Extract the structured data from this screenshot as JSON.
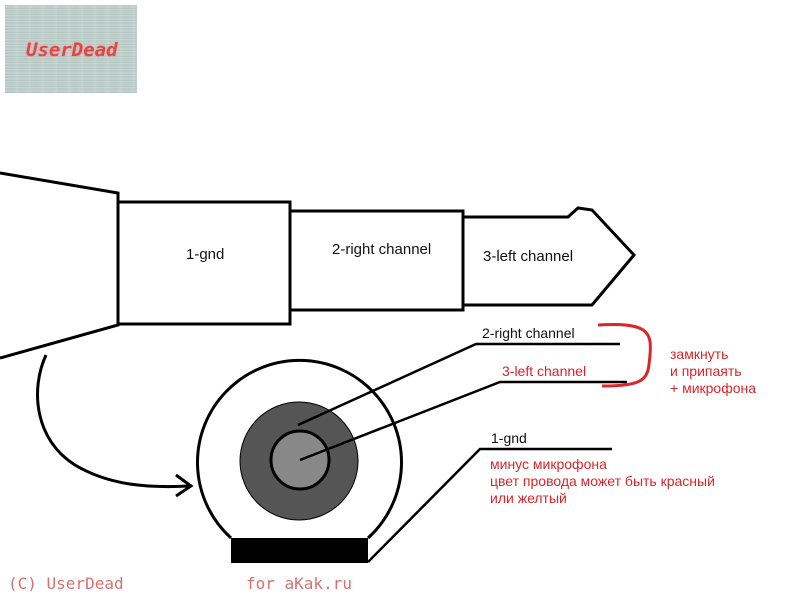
{
  "logo": {
    "text": "UserDead"
  },
  "plug": {
    "segments": [
      "1-gnd",
      "2-right channel",
      "3-left channel"
    ]
  },
  "jack": {
    "right_label": "2-right channel",
    "left_label": "3-left channel",
    "gnd_label": "1-gnd"
  },
  "notes": {
    "bridge": [
      "замкнуть",
      "и припаять",
      "+ микрофона"
    ],
    "gnd": [
      "минус микрофона",
      "цвет провода может быть красный",
      "или желтый"
    ]
  },
  "footer": {
    "left": "(C) UserDead",
    "right": "for aKak.ru"
  },
  "colors": {
    "line": "#000000",
    "accent": "#d8262b",
    "ring_outer": "#555555",
    "ring_inner": "#888888"
  }
}
